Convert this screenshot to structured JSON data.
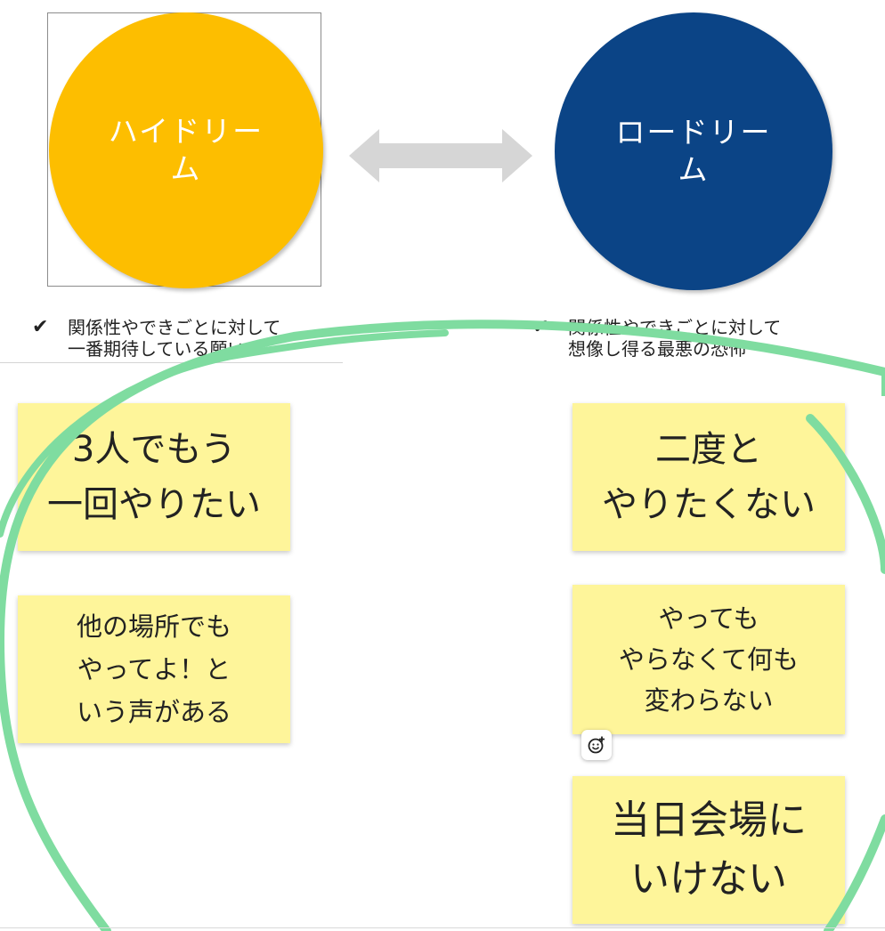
{
  "high_dream": {
    "label": "ハイドリー\nム",
    "color": "#FDBE00",
    "bullet": "関係性やできごとに対して\n一番期待している願い"
  },
  "low_dream": {
    "label": "ロードリー\nム",
    "color": "#0B4486",
    "bullet": "関係性やできごとに対して\n想像し得る最悪の恐怖"
  },
  "check_mark": "✔",
  "double_arrow_icon": "double-arrow",
  "highlight_ring_color": "#7FDCA0",
  "sticky_notes": {
    "left": [
      {
        "text": "3人でもう\n一回やりたい"
      },
      {
        "text": "他の場所でも\nやってよ！と\nいう声がある"
      }
    ],
    "right": [
      {
        "text": "二度と\nやりたくない"
      },
      {
        "text": "やっても\nやらなくて何も\n変わらない"
      },
      {
        "text": "当日会場に\nいけない"
      }
    ]
  },
  "note_color": "#FEF59A",
  "reaction_icon": "add-reaction-icon"
}
